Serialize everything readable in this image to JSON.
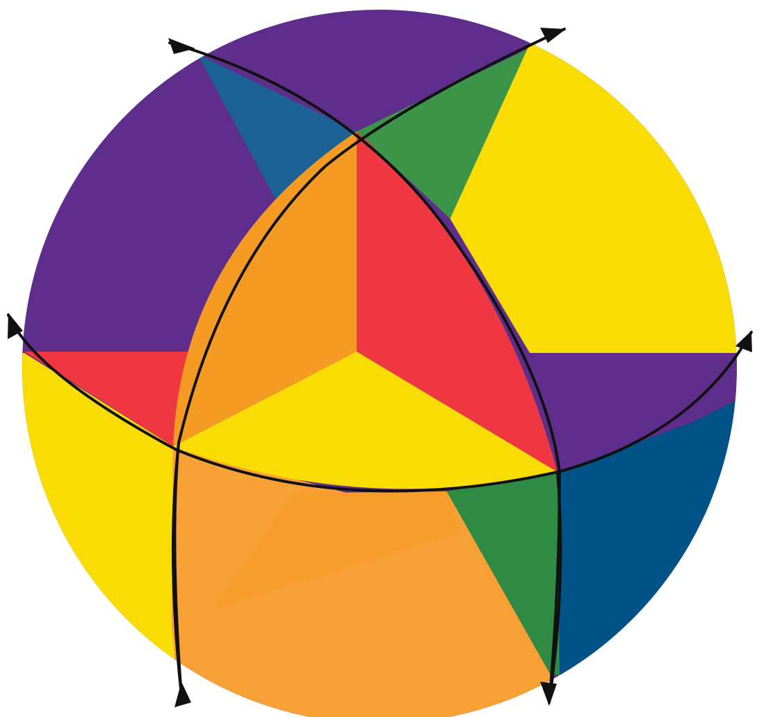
{
  "diagram": {
    "colors": {
      "purple": "#5f2d8c",
      "yellow": "#f8dc03",
      "red": "#ef3742",
      "orange": "#f59a23",
      "orange_light": "#f7a035",
      "green": "#3b9447",
      "green_dark": "#2f8b43",
      "blue": "#1c6294",
      "blue_dark": "#005287",
      "outline": "#111111"
    },
    "regions": [
      {
        "name": "purple-region-top",
        "color": "purple"
      },
      {
        "name": "blue-region-top",
        "color": "blue"
      },
      {
        "name": "green-region-top",
        "color": "green"
      },
      {
        "name": "yellow-region-right",
        "color": "yellow"
      },
      {
        "name": "purple-region-right",
        "color": "purple"
      },
      {
        "name": "blue-region-right",
        "color": "blue_dark"
      },
      {
        "name": "green-region-bottom",
        "color": "green_dark"
      },
      {
        "name": "orange-region-bottom",
        "color": "orange_light"
      },
      {
        "name": "yellow-region-left",
        "color": "yellow"
      },
      {
        "name": "red-region-left",
        "color": "red"
      },
      {
        "name": "central-orange-facet",
        "color": "orange"
      },
      {
        "name": "central-red-facet",
        "color": "red"
      },
      {
        "name": "central-yellow-facet",
        "color": "yellow"
      }
    ],
    "curves": [
      "curve-descending-right",
      "curve-ascending-right",
      "curve-horizontal-arc",
      "curve-vertical-left",
      "curve-vertical-right"
    ]
  }
}
